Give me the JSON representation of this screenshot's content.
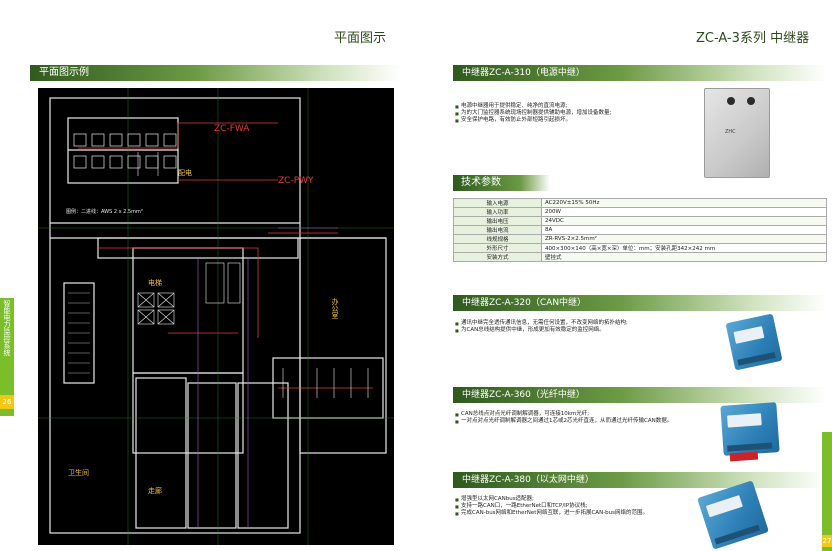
{
  "left": {
    "title": "平面图示",
    "section_bar": "平面图示例",
    "side_tab": "智能电力监控系统",
    "page_number": "26",
    "plan_labels": {
      "fwa": "ZC-FWA",
      "fwy": "ZC-PWY",
      "power": "配电",
      "legend": "图例：二进线：AWS 2 x 2.5mm²",
      "core": "电梯",
      "right_room": "办公室",
      "bottom_left": "卫生间",
      "bottom_right": "走廊"
    }
  },
  "right": {
    "title": "ZC-A-3系列 中继器",
    "page_number": "27",
    "sections": {
      "s310": {
        "bar": "中继器ZC-A-310（电源中继）",
        "bullets": [
          "电源中继器用于提供稳定、纯净的直流电源;",
          "为的大门监控器系统现场控制器提供辅助电源，增加设备数量;",
          "安全保护电路，有效防止外部短路引起损坏。"
        ]
      },
      "spec_title": "技术参数",
      "spec_rows": [
        {
          "k": "输入电源",
          "v": "AC220V±15% 50Hz"
        },
        {
          "k": "输入功率",
          "v": "200W"
        },
        {
          "k": "输出电压",
          "v": "24VDC"
        },
        {
          "k": "输出电流",
          "v": "8A"
        },
        {
          "k": "线规规格",
          "v": "ZR-RVS-2×2.5mm²"
        },
        {
          "k": "外形尺寸",
          "v": "400×300×140（高×宽×深）单位：mm；安装孔距342×242 mm"
        },
        {
          "k": "安装方式",
          "v": "壁挂式"
        }
      ],
      "s320": {
        "bar": "中继器ZC-A-320（CAN中继）",
        "bullets": [
          "通讯中继完全透传通讯信息，无需任何设置，不改变网络的拓扑结构;",
          "为CAN总线结构提供中继，形成更加有效稳定的监控网络。"
        ]
      },
      "s360": {
        "bar": "中继器ZC-A-360（光纤中继）",
        "bullets": [
          "CAN总线点对点光纤调制解调器，可连接10km光纤;",
          "一对点对点光纤调制解调器之间通过1芯或2芯光纤直连，从而通过光纤传输CAN数据。"
        ]
      },
      "s380": {
        "bar": "中继器ZC-A-380（以太网中继）",
        "bullets": [
          "增强型以太网CANbus适配器;",
          "支持一路CAN口，一路EtherNet口和TCP/IP协议栈;",
          "完成CAN-bus网络和EtherNet网络互联，进一步拓展CAN-bus网络的范围。"
        ]
      }
    }
  }
}
